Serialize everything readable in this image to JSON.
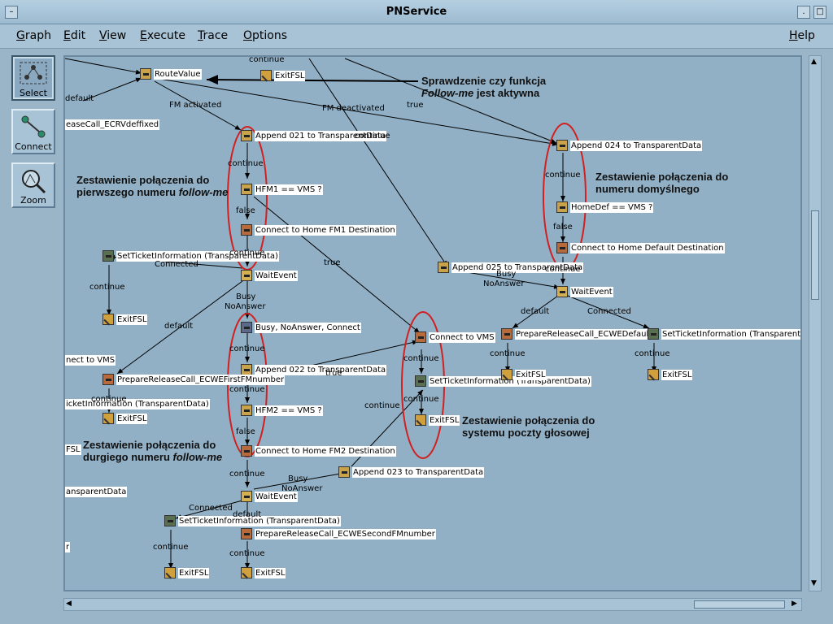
{
  "window": {
    "title": "PNService"
  },
  "menu": [
    "Graph",
    "Edit",
    "View",
    "Execute",
    "Trace",
    "Options"
  ],
  "help": "Help",
  "tools": [
    {
      "label": "Select",
      "icon": "select-tool-icon"
    },
    {
      "label": "Connect",
      "icon": "connect-tool-icon"
    },
    {
      "label": "Zoom",
      "icon": "zoom-tool-icon"
    }
  ],
  "nodes": {
    "route_value": "RouteValue",
    "exit_top": "ExitFSL",
    "release_left": "easeCall_ECRVdeffixed",
    "append021": "Append 021 to TransparentData",
    "hfm1": "HFM1 == VMS ?",
    "connect_fm1": "Connect to Home FM1 Destination",
    "set_ticket1": "SetTicketInformation (TransparentData)",
    "wait1": "WaitEvent",
    "exit1": "ExitFSL",
    "busy_conn": "Busy, NoAnswer, Connect",
    "append022": "Append 022 to TransparentData",
    "hfm2": "HFM2 == VMS ?",
    "connect_fm2": "Connect to Home FM2 Destination",
    "wait2": "WaitEvent",
    "set_ticket2": "SetTicketInformation (TransparentData)",
    "release_second": "PrepareReleaseCall_ECWESecondFMnumber",
    "exit_b1": "ExitFSL",
    "exit_b2": "ExitFSL",
    "connect_vms_left": "nect to VMS",
    "release_first": "PrepareReleaseCall_ECWEFirstFMnumber",
    "ticket_left": "icketInformation (TransparentData)",
    "exit_left": "ExitFSL",
    "fsl_left": "FSL",
    "transparent_left": "ansparentData",
    "r_left": "r",
    "append023": "Append 023 to TransparentData",
    "connect_vms": "Connect to VMS",
    "set_ticket_vms": "SetTicketInformation (TransparentData)",
    "exit_vms": "ExitFSL",
    "append024": "Append 024 to TransparentData",
    "homedef": "HomeDef == VMS ?",
    "connect_default": "Connect to Home Default Destination",
    "append025": "Append 025 to TransparentData",
    "wait3": "WaitEvent",
    "release_default": "PrepareReleaseCall_ECWEDefault",
    "exit_r1": "ExitFSL",
    "set_ticket3": "SetTicketInformation (TransparentData)",
    "exit_r2": "ExitFSL"
  },
  "edges": {
    "default1": "default",
    "continue_top": "continue",
    "fm_activated": "FM activated",
    "fm_deactivated": "FM deactivated",
    "true_top": "true",
    "continue_a": "continue",
    "continue_b": "continue",
    "false_a": "false",
    "continue_c": "continue",
    "connected1": "Connected",
    "continue_d": "continue",
    "true_mid": "true",
    "busy1": "Busy",
    "noanswer1": "NoAnswer",
    "default2": "default",
    "continue_e": "continue",
    "continue_f": "continue",
    "true_fm2": "true",
    "false_b": "false",
    "continue_g": "continue",
    "busy2": "Busy",
    "noanswer2": "NoAnswer",
    "connected2": "Connected",
    "default3": "default",
    "continue_h": "continue",
    "continue_i": "continue",
    "continue_j": "continue",
    "continue_k": "continue",
    "continue_l": "continue",
    "continue_m": "continue",
    "false_c": "false",
    "continue_n": "continue",
    "busy3": "Busy",
    "noanswer3": "NoAnswer",
    "default4": "default",
    "connected3": "Connected",
    "continue_o": "continue",
    "continue_p": "continue",
    "continue_q": "continue",
    "continue_r": "continue"
  },
  "notes": {
    "check_1": "Sprawdzenie czy funkcja",
    "check_2i": "Follow-me",
    "check_2": " jest aktywna",
    "first_1": "Zestawienie połączenia do",
    "first_2": "pierwszego numeru ",
    "first_2i": "follow-me",
    "second_1": "Zestawienie połączenia do",
    "second_2": "durgiego numeru ",
    "second_2i": "follow-me",
    "default_1": "Zestawienie połączenia do",
    "default_2": "numeru domyślnego",
    "voice_1": "Zestawienie połączenia do",
    "voice_2": "systemu poczty głosowej"
  },
  "colors": {
    "canvas": "#92b0c5",
    "highlight": "#d02020",
    "edge": "#000000"
  }
}
